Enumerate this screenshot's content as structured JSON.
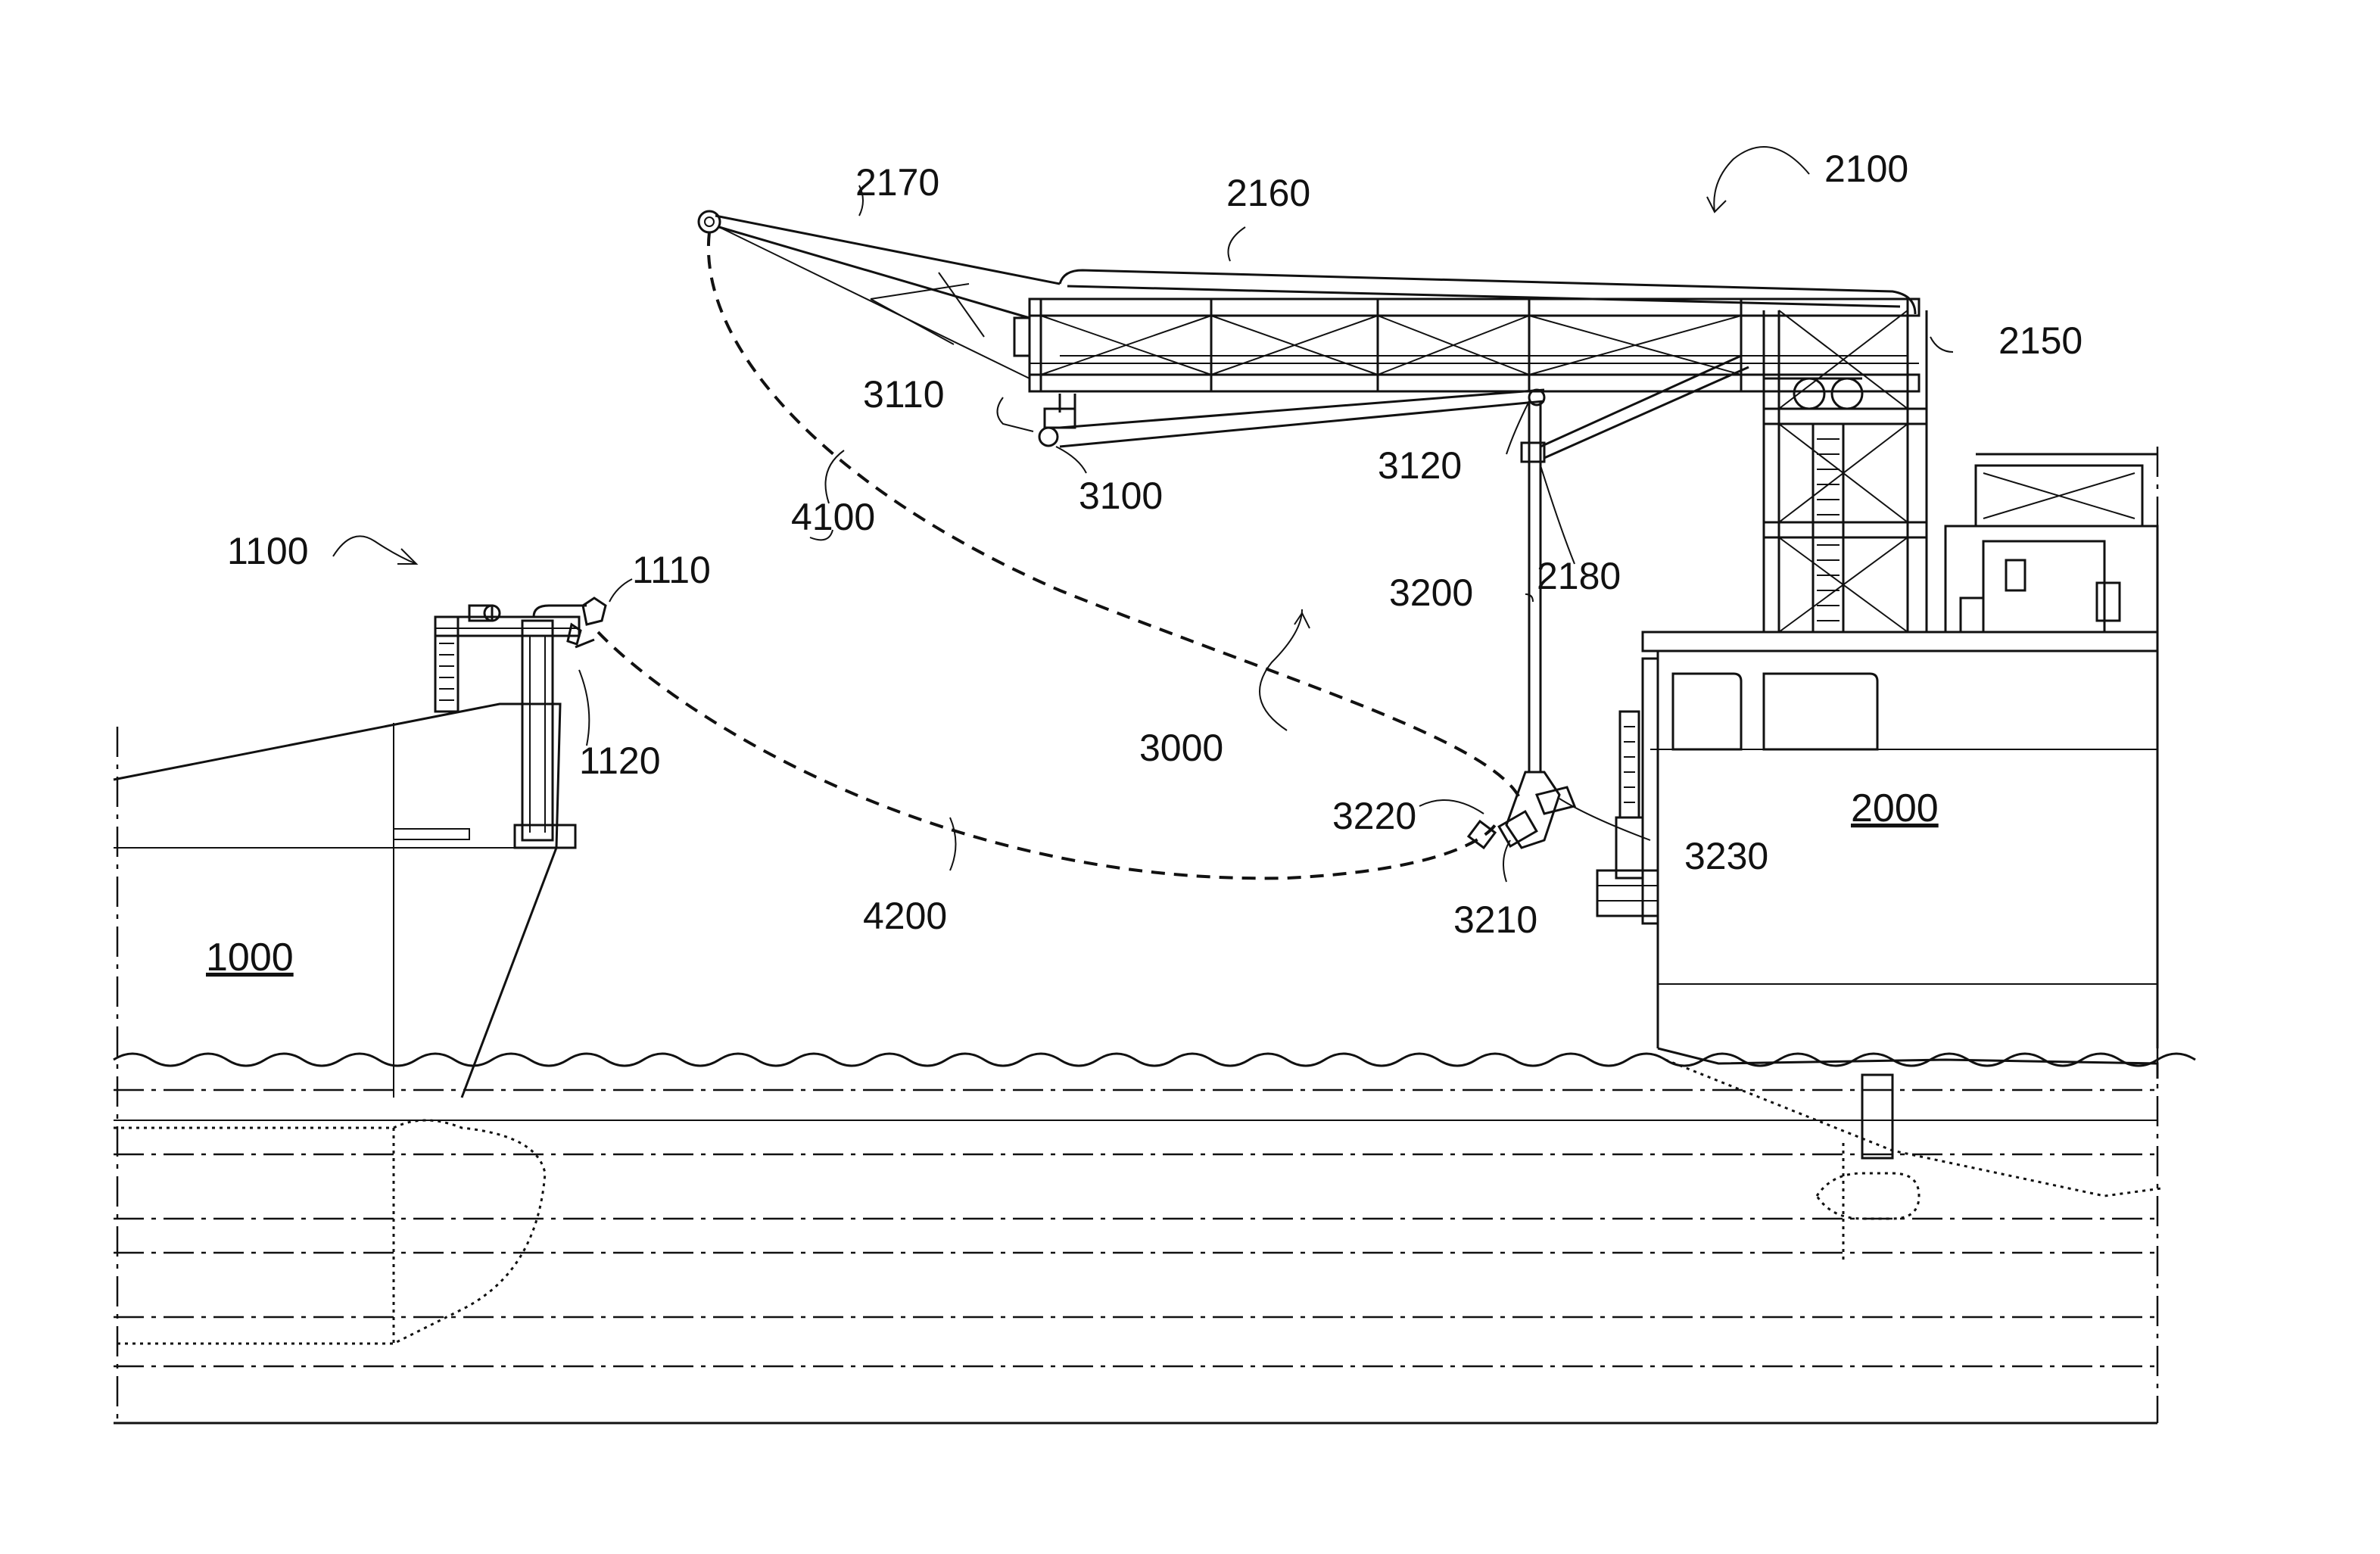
{
  "labels": {
    "l1000": "1000",
    "l1100": "1100",
    "l1110": "1110",
    "l1120": "1120",
    "l2000": "2000",
    "l2100": "2100",
    "l2150": "2150",
    "l2160": "2160",
    "l2170": "2170",
    "l2180": "2180",
    "l3000": "3000",
    "l3100": "3100",
    "l3110": "3110",
    "l3120": "3120",
    "l3200": "3200",
    "l3210": "3210",
    "l3220": "3220",
    "l3230": "3230",
    "l4100": "4100",
    "l4200": "4200"
  }
}
